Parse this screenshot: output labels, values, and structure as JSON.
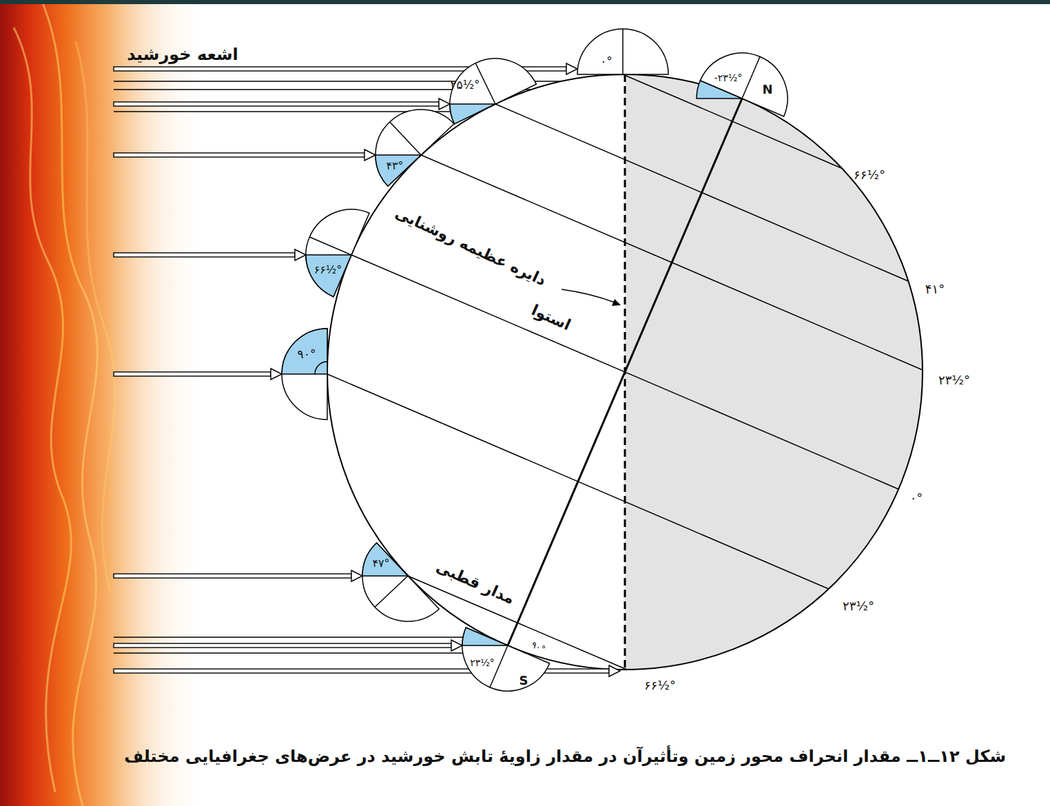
{
  "diagram": {
    "caption": "شکل ۱۲ــ۱ــ مقدار انحراف محور زمین وتأثیرآن در مقدار زاویهٔ تابش خورشید در عرض‌های جغرافیایی مختلف",
    "labels": [
      "اشعه خورشید",
      "دایره عظیمه روشنایی",
      "استوا",
      "مدار قطبی",
      "۰°",
      "۲۵½°",
      "۴۳°",
      "۶۶½°",
      "۹۰°",
      "۴۷°",
      "۲۳½°",
      "S",
      "۹۰°",
      "-۲۳½°",
      "N",
      "۶۶½°",
      "۴۱°",
      "۲۳½°",
      "۰°",
      "۲۳½°",
      "۶۶½°"
    ]
  }
}
